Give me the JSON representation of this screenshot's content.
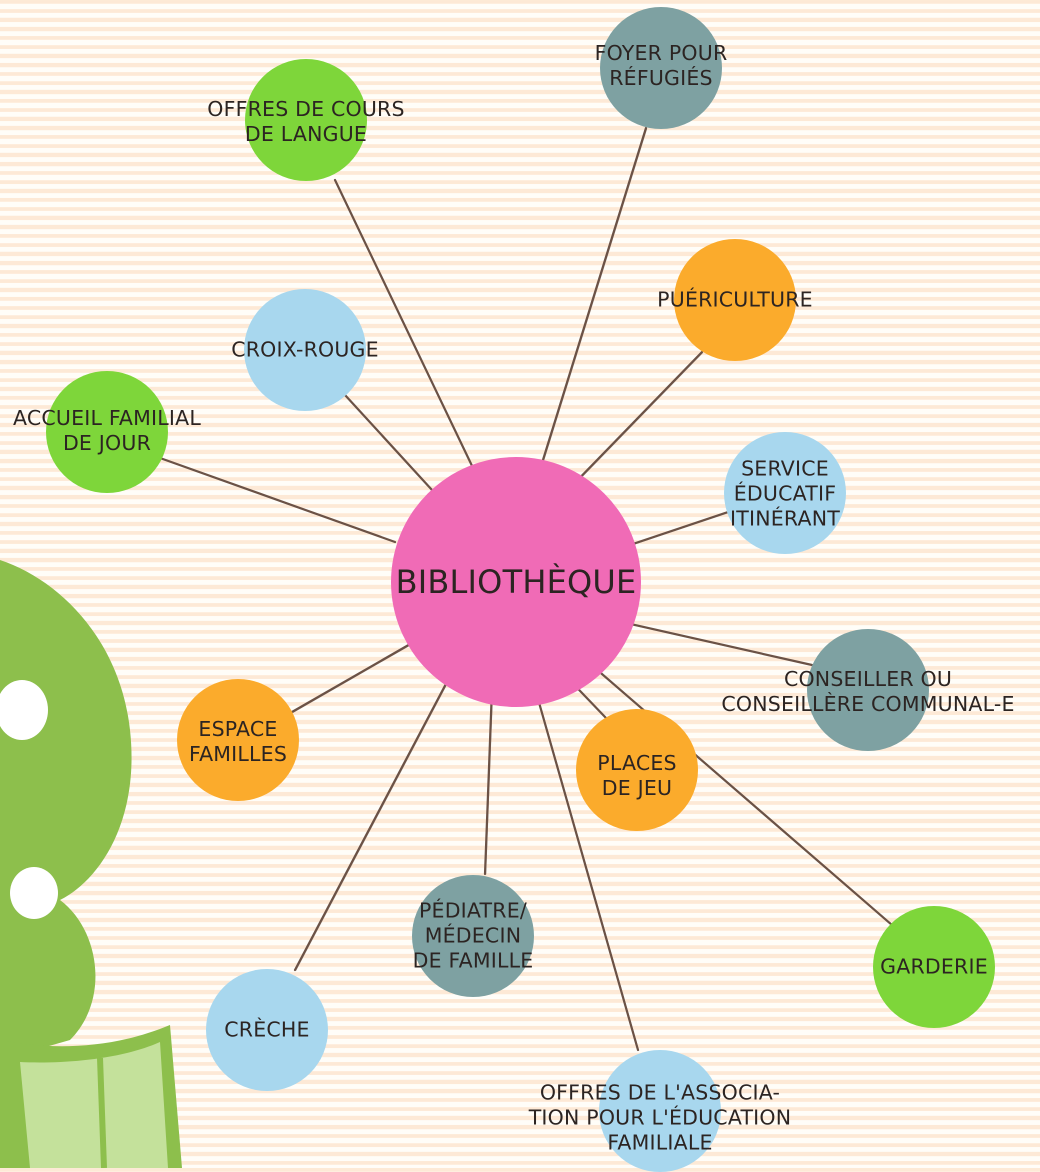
{
  "colors": {
    "pink": "#f06bb6",
    "green": "#7ed63a",
    "blue": "#a8d7ee",
    "orange": "#fbab2c",
    "slate": "#7ea1a2",
    "line": "#6b5246",
    "mascot_dark": "#8dbf4c",
    "mascot_light": "#c4e19b"
  },
  "center": {
    "label": "BIBLIOTHÈQUE",
    "color": "pink"
  },
  "nodes": [
    {
      "id": "langue",
      "label": "OFFRES DE COURS\nDE LANGUE",
      "color": "green"
    },
    {
      "id": "foyer",
      "label": "FOYER POUR\nRÉFUGIÉS",
      "color": "slate"
    },
    {
      "id": "puericulture",
      "label": "PUÉRICULTURE",
      "color": "orange"
    },
    {
      "id": "croix-rouge",
      "label": "CROIX-ROUGE",
      "color": "blue"
    },
    {
      "id": "accueil",
      "label": "ACCUEIL FAMILIAL\nDE JOUR",
      "color": "green"
    },
    {
      "id": "service-educatif",
      "label": "SERVICE\nÉDUCATIF\nITINÉRANT",
      "color": "blue"
    },
    {
      "id": "conseiller",
      "label": "CONSEILLER OU\nCONSEILLÈRE COMMUNAL-E",
      "color": "slate"
    },
    {
      "id": "espace-familles",
      "label": "ESPACE\nFAMILLES",
      "color": "orange"
    },
    {
      "id": "places-jeu",
      "label": "PLACES\nDE JEU",
      "color": "orange"
    },
    {
      "id": "pediatre",
      "label": "PÉDIATRE/\nMÉDECIN\nDE FAMILLE",
      "color": "slate"
    },
    {
      "id": "garderie",
      "label": "GARDERIE",
      "color": "green"
    },
    {
      "id": "creche",
      "label": "CRÈCHE",
      "color": "blue"
    },
    {
      "id": "association",
      "label": "OFFRES DE L'ASSOCIA-\nTION POUR L'ÉDUCATION\nFAMILIALE",
      "color": "blue"
    }
  ]
}
